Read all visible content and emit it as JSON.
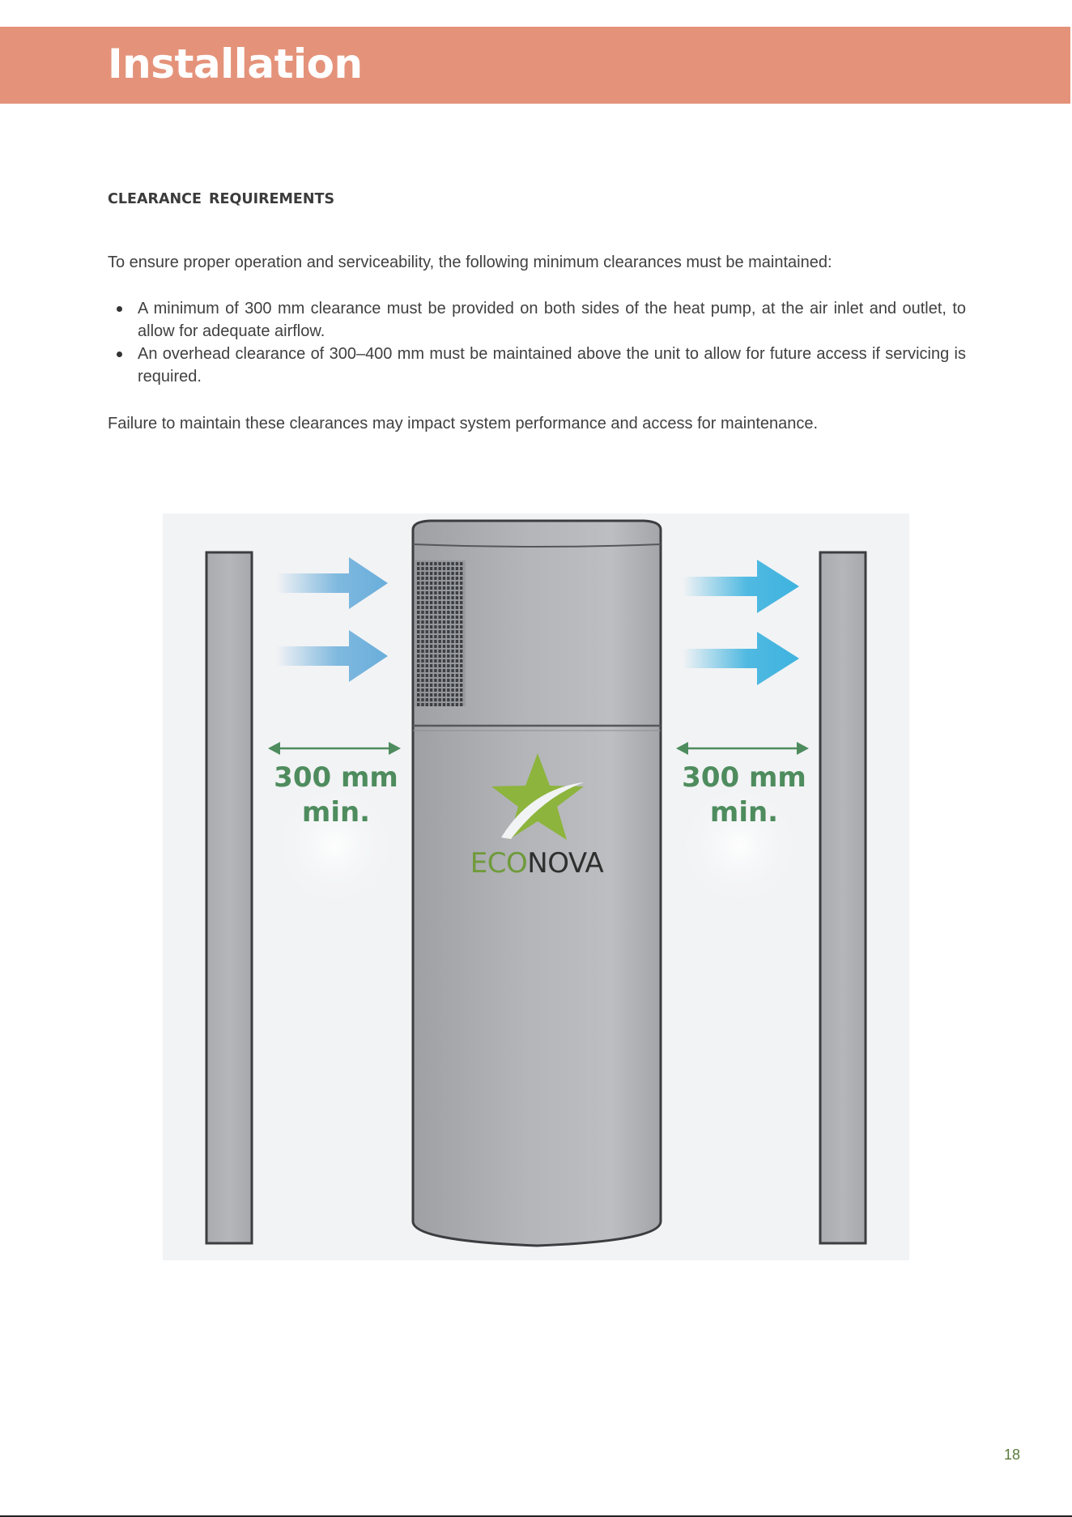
{
  "header": {
    "title": "Installation",
    "band_color": "#e4937a"
  },
  "section": {
    "heading": "CLEARANCE  REQUIREMENTS"
  },
  "intro": "To ensure proper operation and serviceability, the following minimum clearances must be maintained:",
  "requirements": [
    "A minimum of 300 mm clearance must be provided on both sides of the heat pump, at the air inlet and outlet, to allow for adequate airflow.",
    "An overhead clearance of 300–400 mm must be maintained above the unit to allow for future access if servicing is required."
  ],
  "closing": "Failure to maintain these clearances may impact system performance and access for maintenance.",
  "diagram": {
    "left_clearance": {
      "line1": "300 mm",
      "line2": "min."
    },
    "right_clearance": {
      "line1": "300 mm",
      "line2": "min."
    },
    "logo": {
      "eco": "ECO",
      "nova": "NOVA"
    },
    "colors": {
      "inlet_arrow": "#6aaedb",
      "outlet_arrow": "#3eb3df",
      "dimension": "#4e8c5e",
      "logo_star": "#8db43c",
      "logo_eco": "#6f9a3a",
      "logo_nova": "#2f2f2f"
    },
    "icons": [
      "inlet-arrow-icon",
      "outlet-arrow-icon",
      "double-arrow-icon",
      "star-logo-icon"
    ]
  },
  "page_number": "18"
}
